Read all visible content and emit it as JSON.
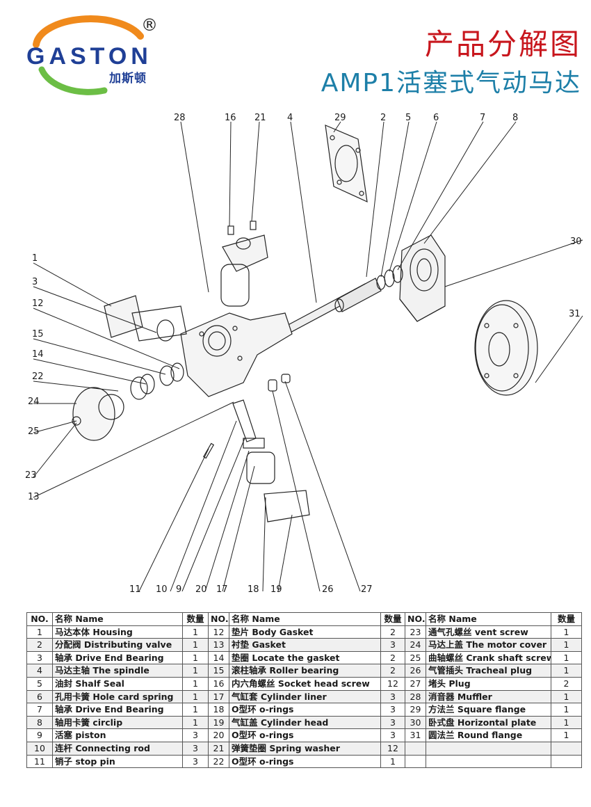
{
  "header": {
    "brand": "GASTON",
    "brand_cn": "加斯顿",
    "registered": "®",
    "title": "产品分解图",
    "subtitle": "AMP1活塞式气动马达",
    "colors": {
      "title_red": "#c8161d",
      "subtitle_blue": "#1d7fa8",
      "brand_blue": "#1f3f96"
    }
  },
  "diagram": {
    "callouts": [
      "28",
      "16",
      "21",
      "4",
      "29",
      "2",
      "5",
      "6",
      "7",
      "8",
      "30",
      "1",
      "3",
      "12",
      "15",
      "14",
      "22",
      "24",
      "25",
      "23",
      "13",
      "31",
      "11",
      "10",
      "9",
      "20",
      "17",
      "18",
      "19",
      "26",
      "27"
    ]
  },
  "table": {
    "headers": [
      "NO.",
      "名称 Name",
      "数量",
      "NO.",
      "名称 Name",
      "数量",
      "NO.",
      "名称 Name",
      "数量"
    ],
    "rows": [
      [
        [
          "1",
          "马达本体 Housing",
          "1"
        ],
        [
          "12",
          "垫片 Body Gasket",
          "2"
        ],
        [
          "23",
          "通气孔螺丝 vent screw",
          "1"
        ]
      ],
      [
        [
          "2",
          "分配阀 Distributing valve",
          "1"
        ],
        [
          "13",
          "衬垫 Gasket",
          "3"
        ],
        [
          "24",
          "马达上盖 The motor cover",
          "1"
        ]
      ],
      [
        [
          "3",
          "轴承 Drive End Bearing",
          "1"
        ],
        [
          "14",
          "垫圈 Locate the gasket",
          "2"
        ],
        [
          "25",
          "曲轴螺丝 Crank shaft screw",
          "1"
        ]
      ],
      [
        [
          "4",
          "马达主轴 The spindle",
          "1"
        ],
        [
          "15",
          "滚柱轴承 Roller bearing",
          "2"
        ],
        [
          "26",
          "气管插头 Tracheal plug",
          "1"
        ]
      ],
      [
        [
          "5",
          "油封 Shalf Seal",
          "1"
        ],
        [
          "16",
          "内六角螺丝 Socket head screw",
          "12"
        ],
        [
          "27",
          "堵头 Plug",
          "2"
        ]
      ],
      [
        [
          "6",
          "孔用卡簧 Hole card spring",
          "1"
        ],
        [
          "17",
          "气缸套 Cylinder liner",
          "3"
        ],
        [
          "28",
          "消音器 Muffler",
          "1"
        ]
      ],
      [
        [
          "7",
          "轴承 Drive End Bearing",
          "1"
        ],
        [
          "18",
          "O型环 o-rings",
          "3"
        ],
        [
          "29",
          "方法兰 Square flange",
          "1"
        ]
      ],
      [
        [
          "8",
          "轴用卡簧 circlip",
          "1"
        ],
        [
          "19",
          "气缸盖 Cylinder head",
          "3"
        ],
        [
          "30",
          "卧式盘 Horizontal plate",
          "1"
        ]
      ],
      [
        [
          "9",
          "活塞 piston",
          "3"
        ],
        [
          "20",
          "O型环 o-rings",
          "3"
        ],
        [
          "31",
          "圆法兰 Round flange",
          "1"
        ]
      ],
      [
        [
          "10",
          "连杆 Connecting rod",
          "3"
        ],
        [
          "21",
          "弹簧垫圈 Spring washer",
          "12"
        ],
        [
          "",
          "",
          ""
        ]
      ],
      [
        [
          "11",
          "销子 stop pin",
          "3"
        ],
        [
          "22",
          "O型环 o-rings",
          "1"
        ],
        [
          "",
          "",
          ""
        ]
      ]
    ]
  }
}
